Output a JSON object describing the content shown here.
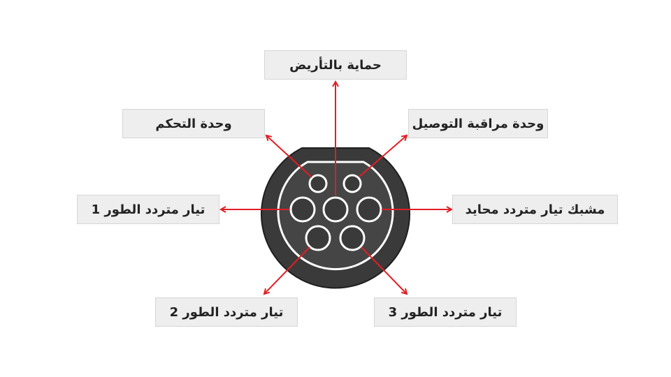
{
  "labels": {
    "earth": "حماية بالتأريض",
    "control_pilot": "وحدة التحكم",
    "proximity_pilot": "وحدة مراقبة التوصيل",
    "l1": "تيار متردد الطور 1",
    "neutral": "مشبك تيار متردد محايد",
    "l2": "تيار متردد الطور 2",
    "l3": "تيار متردد الطور 3"
  },
  "colors": {
    "arrow": "#e01e25",
    "connector_body": "#3a3a3a",
    "connector_face": "#4a4a4a",
    "pin_ring": "#ffffff",
    "label_background": "#eeeeee"
  }
}
